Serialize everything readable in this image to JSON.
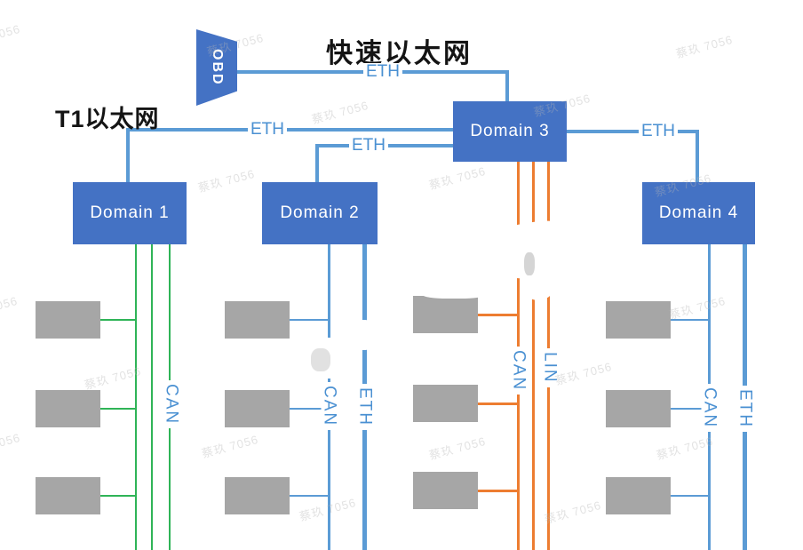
{
  "annotations": {
    "fast_ethernet": "快速以太网",
    "t1_ethernet": "T1以太网"
  },
  "obd": {
    "label": "OBD"
  },
  "domains": [
    {
      "label": "Domain 1"
    },
    {
      "label": "Domain 2"
    },
    {
      "label": "Domain 3"
    },
    {
      "label": "Domain 4"
    }
  ],
  "eth_links": [
    {
      "id": "obd-to-domain3",
      "label": "ETH"
    },
    {
      "id": "domain1-to-domain3",
      "label": "ETH"
    },
    {
      "id": "domain2-to-domain3",
      "label": "ETH"
    },
    {
      "id": "domain3-to-domain4",
      "label": "ETH"
    }
  ],
  "buses": [
    {
      "domain": "Domain 1",
      "labels": [
        "CAN"
      ]
    },
    {
      "domain": "Domain 2",
      "labels": [
        "CAN",
        "ETH"
      ]
    },
    {
      "domain": "Domain 3",
      "labels": [
        "CAN",
        "LIN"
      ]
    },
    {
      "domain": "Domain 4",
      "labels": [
        "CAN",
        "ETH"
      ]
    }
  ],
  "ecu_counts": [
    3,
    3,
    3,
    3
  ],
  "watermark": "蔡玖 7056",
  "colors": {
    "domain_box": "#4472c4",
    "ethernet_trunk": "#5b9bd5",
    "domain1_can_bus": "#2fb457",
    "domain3_can_lin_bus": "#ed7d31",
    "bus_label_text": "#4a90d2",
    "ecu_box": "#a6a6a6",
    "annotation_text": "#141414"
  }
}
